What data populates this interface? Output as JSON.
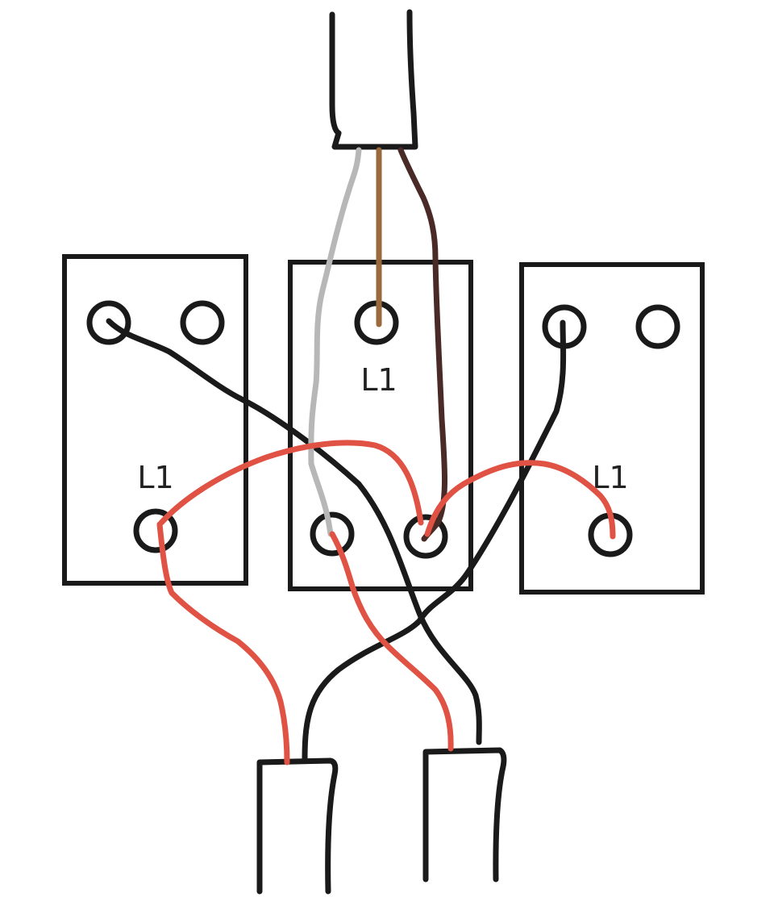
{
  "labels": {
    "left_switch": "L1",
    "center_switch": "L1",
    "right_switch": "L1"
  },
  "colors": {
    "outline": "#1a1a1a",
    "red_wire": "#e05244",
    "grey_wire": "#b7b7b7",
    "brown_wire": "#9a6a3c",
    "dark_brown_wire": "#4a2a26",
    "black_wire": "#1a1a1a"
  }
}
